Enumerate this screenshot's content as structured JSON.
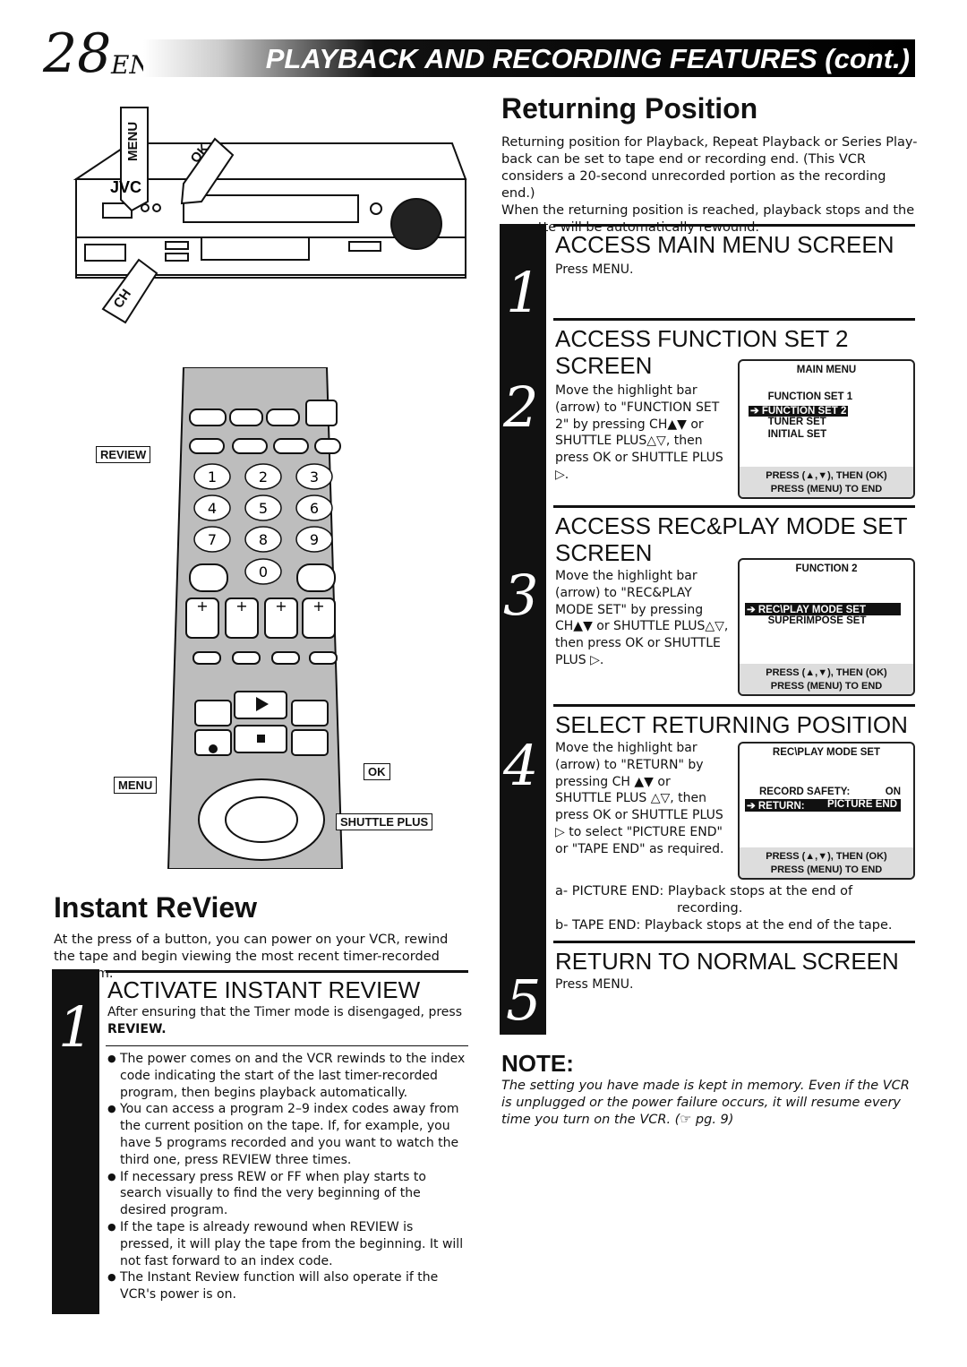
{
  "header": {
    "page_number": "28",
    "lang": "EN",
    "title": "PLAYBACK AND RECORDING FEATURES (cont.)"
  },
  "illustrations": {
    "vcr": {
      "brand": "JVC",
      "label_menu": "MENU",
      "label_ok": "OK",
      "label_ch": "CH"
    },
    "remote": {
      "review": "REVIEW",
      "menu": "MENU",
      "ok": "OK",
      "shuttle_plus": "SHUTTLE PLUS",
      "keys": [
        "1",
        "2",
        "3",
        "4",
        "5",
        "6",
        "7",
        "8",
        "9",
        "0"
      ],
      "index_2": "2",
      "index_4": "4",
      "index_1": "1",
      "index_3": "3"
    }
  },
  "instant_review": {
    "title": "Instant ReView",
    "intro": "At the press of a button, you can power on your VCR, rewind the tape and begin viewing the most recent timer-recorded program.",
    "step": {
      "number": "1",
      "title": "ACTIVATE INSTANT REVIEW",
      "text": "After ensuring that the Timer mode is disengaged, press",
      "key": "REVIEW."
    },
    "bullets": [
      "The power comes on and the VCR rewinds to the index code indicating the start of the last timer-recorded program, then begins playback automatically.",
      "You can access a program 2–9 index codes away from the current position on the tape. If, for example, you have 5 programs recorded and you want to watch the third one, press REVIEW three times.",
      "If necessary press REW or FF when play starts to search visually to find the very beginning of the desired program.",
      "If the tape is already rewound when REVIEW is pressed, it will play the tape from the beginning. It will not fast forward to an index code.",
      "The Instant Review function will also operate if the VCR's power is on."
    ]
  },
  "returning_position": {
    "title": "Returning Position",
    "intro1": "Returning position for Playback, Repeat Playback or Series Play-back can be set to tape end or recording end. (This VCR considers a 20-second unrecorded portion as the recording end.)",
    "intro2": "When the returning position is reached, playback stops and the cassette will be automatically rewound.",
    "steps": [
      {
        "number": "1",
        "title": "ACCESS MAIN MENU SCREEN",
        "text": "Press MENU."
      },
      {
        "number": "2",
        "title": "ACCESS FUNCTION SET 2",
        "title2": "SCREEN",
        "text": "Move the highlight bar (arrow) to \"FUNCTION SET 2\" by pressing CH▲▼ or SHUTTLE PLUS△▽, then press OK or SHUTTLE PLUS ▷."
      },
      {
        "number": "3",
        "title": "ACCESS REC&PLAY MODE SET",
        "title2": "SCREEN",
        "text": "Move the highlight bar (arrow) to \"REC&PLAY MODE SET\" by pressing CH▲▼ or SHUTTLE PLUS△▽, then press OK or SHUTTLE PLUS ▷."
      },
      {
        "number": "4",
        "title": "SELECT RETURNING POSITION",
        "text": "Move the highlight bar (arrow) to \"RETURN\" by pressing CH ▲▼ or SHUTTLE PLUS △▽, then press OK or SHUTTLE PLUS ▷ to select \"PICTURE END\" or \"TAPE END\" as required."
      },
      {
        "number": "5",
        "title": "RETURN TO NORMAL SCREEN",
        "text": "Press MENU."
      }
    ],
    "note_a": "a- PICTURE END: Playback stops at the end of",
    "note_a2": "recording.",
    "note_b": "b- TAPE END: Playback stops at the end of the tape."
  },
  "screens": {
    "main_menu": {
      "title": "MAIN MENU",
      "items": [
        "FUNCTION SET 1",
        "FUNCTION SET 2",
        "TUNER SET",
        "INITIAL SET"
      ],
      "foot1": "PRESS (▲,▼), THEN (OK)",
      "foot2": "PRESS (MENU) TO END"
    },
    "function2": {
      "title": "FUNCTION 2",
      "items": [
        "REC\\PLAY MODE SET",
        "SUPERIMPOSE SET"
      ],
      "foot1": "PRESS (▲,▼), THEN (OK)",
      "foot2": "PRESS (MENU) TO END"
    },
    "recplay": {
      "title": "REC\\PLAY MODE SET",
      "row1_label": "RECORD SAFETY:",
      "row1_value": "ON",
      "row2_label": "RETURN:",
      "row2_value": "PICTURE END",
      "foot1": "PRESS (▲,▼), THEN (OK)",
      "foot2": "PRESS (MENU) TO END"
    }
  },
  "note": {
    "heading": "NOTE:",
    "text": "The setting you have made is kept in memory. Even if the VCR is unplugged or the power failure occurs, it will resume every time you turn on the VCR. (☞ pg. 9)"
  }
}
